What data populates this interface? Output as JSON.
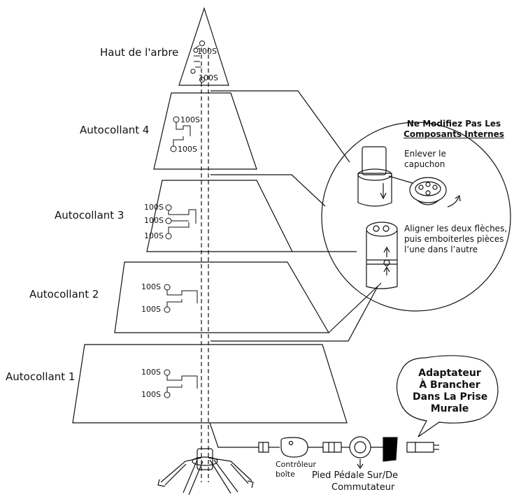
{
  "sections": {
    "top": "Haut de l'arbre",
    "sticker4": "Autocollant 4",
    "sticker3": "Autocollant 3",
    "sticker2": "Autocollant 2",
    "sticker1": "Autocollant 1"
  },
  "bulb_label": "100S",
  "warning": {
    "line1": "Ne Modifiez Pas Les",
    "line2": "Composants Internes"
  },
  "detail": {
    "remove_cap": {
      "line1": "Enlever le",
      "line2": "capuchon"
    },
    "align": {
      "line1": "Aligner les deux flèches,",
      "line2": "puis emboiterles pièces",
      "line3": "l’une dans l’autre"
    }
  },
  "adapter": {
    "line1": "Adaptateur",
    "line2": "À Brancher",
    "line3": "Dans La Prise",
    "line4": "Murale"
  },
  "controller": {
    "line1": "Contrôleur",
    "line2": "boîte"
  },
  "foot_pedal": {
    "line1": "Pied Pédale Sur/De",
    "line2": "Commutateur"
  },
  "colors": {
    "line": "#111111",
    "background": "#ffffff",
    "cord": "#000000"
  }
}
